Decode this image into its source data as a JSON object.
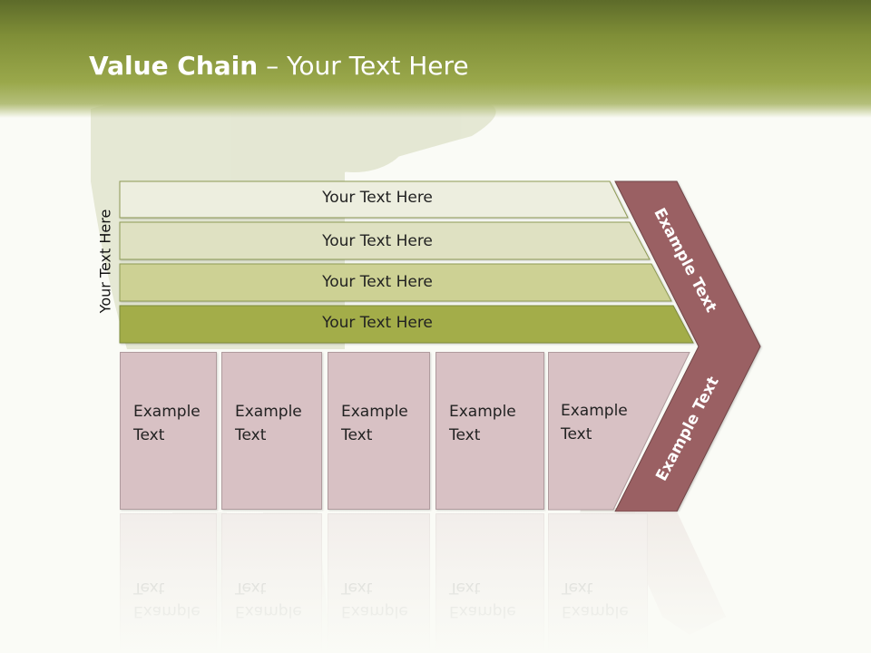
{
  "slide": {
    "title_bold": "Value Chain",
    "title_rest": " – Your Text Here",
    "side_label": "Your Text Here"
  },
  "bars": [
    {
      "label": "Your Text Here",
      "color": "#edeedf"
    },
    {
      "label": "Your Text Here",
      "color": "#dfe1c2"
    },
    {
      "label": "Your Text Here",
      "color": "#cdd194"
    },
    {
      "label": "Your Text Here",
      "color": "#a3ad4a"
    }
  ],
  "boxes": [
    {
      "line1": "Example",
      "line2": "Text"
    },
    {
      "line1": "Example",
      "line2": "Text"
    },
    {
      "line1": "Example",
      "line2": "Text"
    },
    {
      "line1": "Example",
      "line2": "Text"
    },
    {
      "line1": "Example",
      "line2": "Text"
    }
  ],
  "chevron": {
    "upper_label": "Example Text",
    "lower_label": "Example Text",
    "color": "#9a6063"
  },
  "colors": {
    "header_dark": "#5d6b2a",
    "header_light": "#9aa84b",
    "box_fill": "#d8c1c4"
  }
}
